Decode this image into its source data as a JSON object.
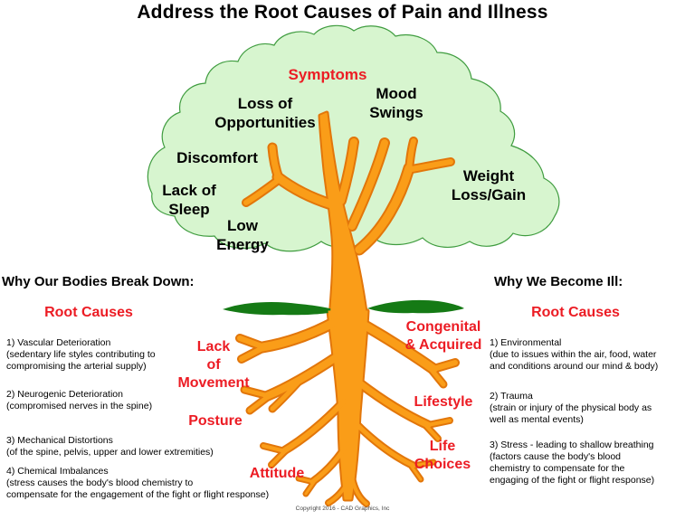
{
  "title": "Address the Root Causes of Pain and Illness",
  "footer": "Copyright 2016 - CAD Graphics, Inc",
  "colors": {
    "canopy_fill": "#d7f5cf",
    "canopy_stroke": "#3f9c3f",
    "tree_fill": "#fa9d18",
    "tree_outline": "#e2760a",
    "grass_green": "#157a15",
    "red_label": "#ec1c24",
    "text": "#000000"
  },
  "canopy": {
    "symptoms": "Symptoms",
    "labels": [
      "Loss of\nOpportunities",
      "Mood\nSwings",
      "Discomfort",
      "Lack of\nSleep",
      "Low\nEnergy",
      "Weight\nLoss/Gain"
    ]
  },
  "left_section": {
    "heading": "Why Our Bodies Break Down:",
    "subheading": "Root Causes",
    "items": [
      {
        "title": "1) Vascular Deterioration",
        "detail": "(sedentary life styles contributing to\ncompromising the arterial supply)"
      },
      {
        "title": "2) Neurogenic Deterioration",
        "detail": "(compromised nerves in the spine)"
      },
      {
        "title": "3) Mechanical Distortions",
        "detail": "(of the spine, pelvis, upper and lower extremities)"
      },
      {
        "title": "4) Chemical Imbalances",
        "detail": "(stress causes the body's blood chemistry to\ncompensate for the engagement of the fight or flight response)"
      }
    ],
    "root_labels": [
      "Lack\nof\nMovement",
      "Posture",
      "Attitude"
    ]
  },
  "right_section": {
    "heading": "Why We Become Ill:",
    "subheading": "Root Causes",
    "items": [
      {
        "title": "1) Environmental",
        "detail": "(due to issues within the air, food, water\nand conditions around our mind & body)"
      },
      {
        "title": "2) Trauma",
        "detail": "(strain or injury of the physical body as\nwell as mental events)"
      },
      {
        "title": "3) Stress - leading to shallow breathing",
        "detail": "(factors cause the body's blood\nchemistry to compensate for the\nengaging of the fight or flight response)"
      }
    ],
    "root_labels": [
      "Congenital\n& Acquired",
      "Lifestyle",
      "Life\nChoices"
    ]
  }
}
